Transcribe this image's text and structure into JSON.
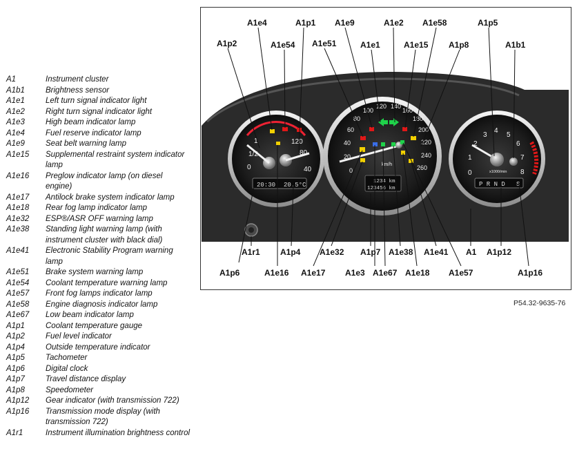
{
  "legend": [
    {
      "code": "A1",
      "desc": "Instrument cluster"
    },
    {
      "code": "A1b1",
      "desc": "Brightness sensor"
    },
    {
      "code": "A1e1",
      "desc": "Left turn signal indicator light"
    },
    {
      "code": "A1e2",
      "desc": "Right turn signal indicator light"
    },
    {
      "code": "A1e3",
      "desc": "High beam indicator lamp"
    },
    {
      "code": "A1e4",
      "desc": "Fuel reserve indicator lamp"
    },
    {
      "code": "A1e9",
      "desc": "Seat belt warning lamp"
    },
    {
      "code": "A1e15",
      "desc": "Supplemental restraint system indicator lamp"
    },
    {
      "code": "A1e16",
      "desc": "Preglow indicator lamp (on diesel engine)"
    },
    {
      "code": "A1e17",
      "desc": "Antilock brake system indicator lamp"
    },
    {
      "code": "A1e18",
      "desc": "Rear fog lamp indicator lamp"
    },
    {
      "code": "A1e32",
      "desc": "ESP®/ASR OFF warning lamp"
    },
    {
      "code": "A1e38",
      "desc": "Standing light warning lamp (with instrument cluster with black dial)"
    },
    {
      "code": "A1e41",
      "desc": "Electronic Stability Program warning lamp"
    },
    {
      "code": "A1e51",
      "desc": "Brake system warning lamp"
    },
    {
      "code": "A1e54",
      "desc": "Coolant temperature warning lamp"
    },
    {
      "code": "A1e57",
      "desc": "Front fog lamps indicator lamp"
    },
    {
      "code": "A1e58",
      "desc": "Engine diagnosis indicator lamp"
    },
    {
      "code": "A1e67",
      "desc": "Low beam indicator lamp"
    },
    {
      "code": "A1p1",
      "desc": "Coolant temperature gauge"
    },
    {
      "code": "A1p2",
      "desc": "Fuel level indicator"
    },
    {
      "code": "A1p4",
      "desc": "Outside temperature indicator"
    },
    {
      "code": "A1p5",
      "desc": "Tachometer"
    },
    {
      "code": "A1p6",
      "desc": "Digital clock"
    },
    {
      "code": "A1p7",
      "desc": "Travel distance display"
    },
    {
      "code": "A1p8",
      "desc": "Speedometer"
    },
    {
      "code": "A1p12",
      "desc": "Gear indicator (with transmission 722)"
    },
    {
      "code": "A1p16",
      "desc": "Transmission mode display (with transmission 722)"
    },
    {
      "code": "A1r1",
      "desc": "Instrument illumination brightness control"
    }
  ],
  "figure_ref": "P54.32-9635-76",
  "callouts": {
    "A1p2": "A1p2",
    "A1e4": "A1e4",
    "A1e54": "A1e54",
    "A1p1": "A1p1",
    "A1e9": "A1e9",
    "A1e51": "A1e51",
    "A1e1": "A1e1",
    "A1e2": "A1e2",
    "A1e15": "A1e15",
    "A1e58": "A1e58",
    "A1p8": "A1p8",
    "A1p5": "A1p5",
    "A1b1": "A1b1",
    "A1r1": "A1r1",
    "A1p4": "A1p4",
    "A1p6": "A1p6",
    "A1e16": "A1e16",
    "A1e17": "A1e17",
    "A1e32": "A1e32",
    "A1p7": "A1p7",
    "A1e38": "A1e38",
    "A1e41": "A1e41",
    "A1": "A1",
    "A1p12": "A1p12",
    "A1e3": "A1e3",
    "A1e67": "A1e67",
    "A1e18": "A1e18",
    "A1e57": "A1e57",
    "A1p16": "A1p16"
  },
  "left_gauge": {
    "ticks": [
      "40",
      "80",
      "120",
      "0",
      "1/2",
      "1"
    ],
    "clock": "20:30",
    "temp": "20.5°C"
  },
  "speedometer": {
    "ticks": [
      "0",
      "20",
      "40",
      "60",
      "80",
      "100",
      "120",
      "140",
      "160",
      "180",
      "200",
      "220",
      "240",
      "260"
    ],
    "unit": "km/h",
    "odo1": "1234 km",
    "odo2": "123456 km"
  },
  "tachometer": {
    "ticks": [
      "0",
      "1",
      "2",
      "3",
      "4",
      "5",
      "6",
      "7",
      "8"
    ],
    "unit": "x1000/min",
    "gear": "P R N D",
    "mode": "S"
  }
}
